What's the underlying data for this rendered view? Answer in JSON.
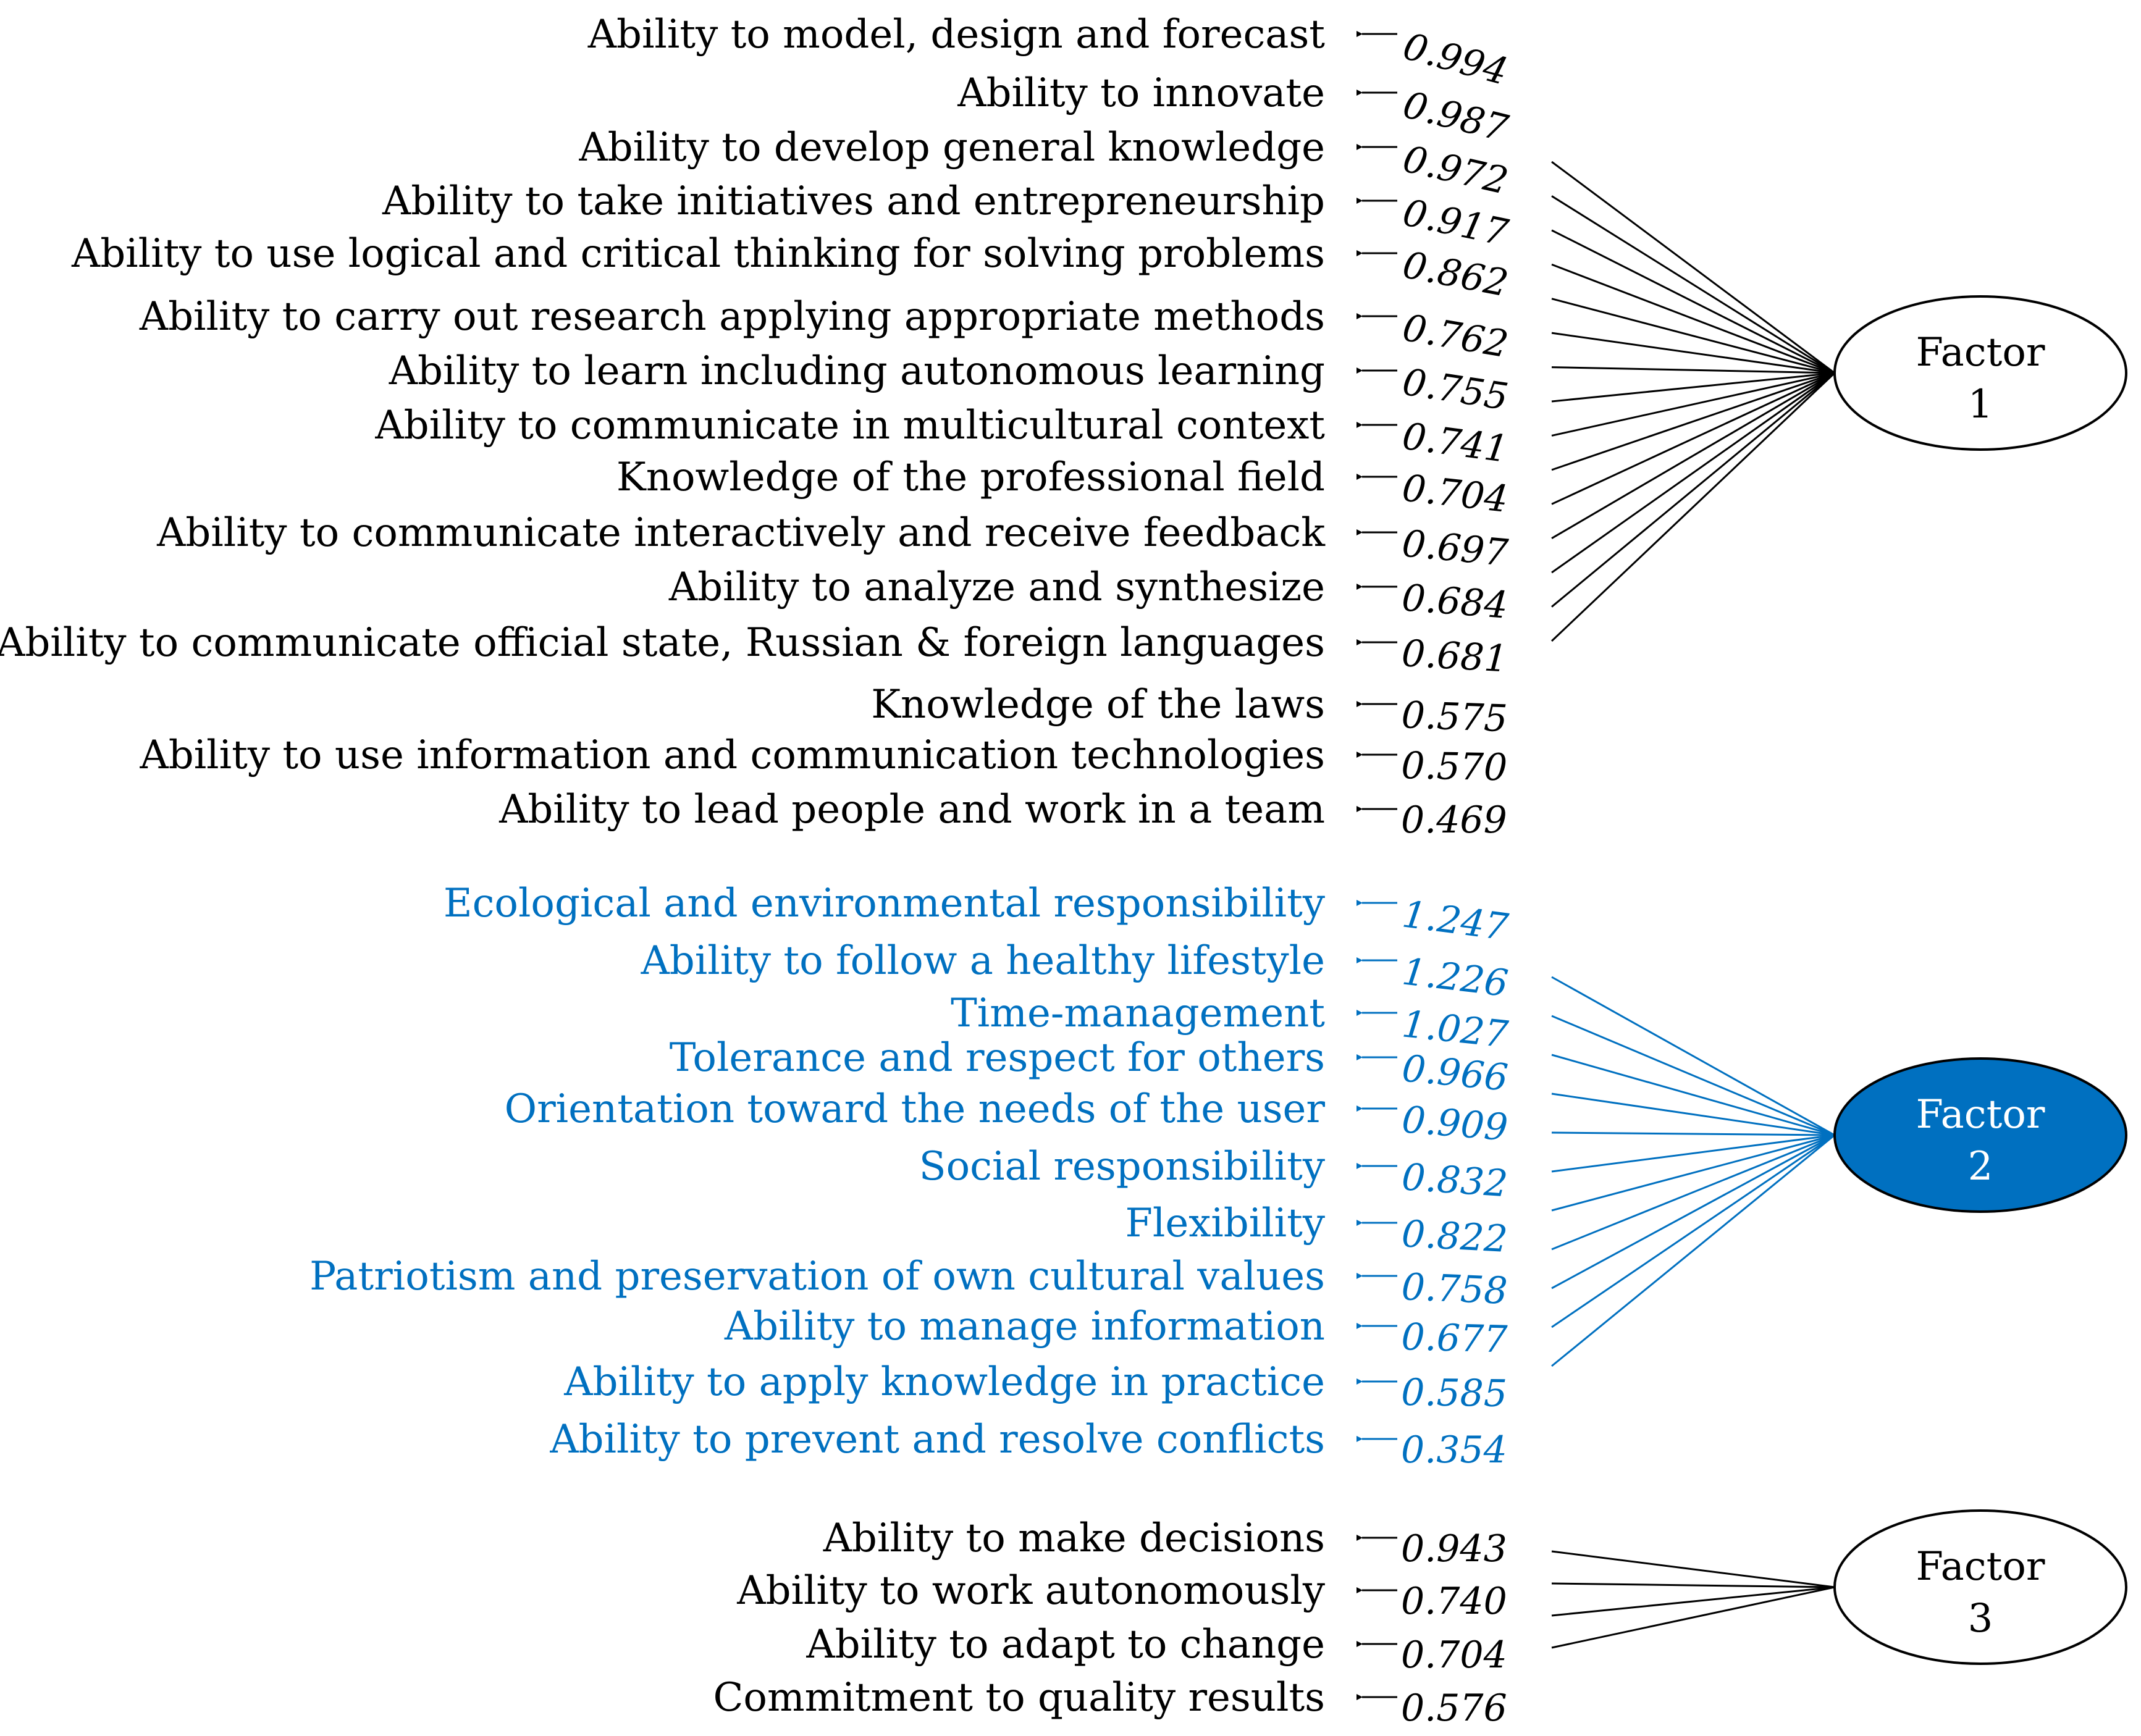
{
  "colors": {
    "black": "#000000",
    "blue": "#0070C0",
    "white": "#ffffff"
  },
  "groups": [
    {
      "factor": {
        "line1": "Factor",
        "line2": "1"
      },
      "color": "black",
      "filled": false,
      "items": [
        {
          "label": "Ability to model, design and forecast",
          "loading": "0.994"
        },
        {
          "label": "Ability to innovate",
          "loading": "0.987"
        },
        {
          "label": "Ability to develop general knowledge",
          "loading": "0.972"
        },
        {
          "label": "Ability to take initiatives and entrepreneurship",
          "loading": "0.917"
        },
        {
          "label": "Ability to use logical and critical thinking for solving problems",
          "loading": "0.862"
        },
        {
          "label": "Ability to carry out research applying appropriate methods",
          "loading": "0.762"
        },
        {
          "label": "Ability to learn including autonomous learning",
          "loading": "0.755"
        },
        {
          "label": "Ability to communicate in multicultural context",
          "loading": "0.741"
        },
        {
          "label": "Knowledge of the professional field",
          "loading": "0.704"
        },
        {
          "label": "Ability to communicate interactively and receive feedback",
          "loading": "0.697"
        },
        {
          "label": "Ability to analyze and synthesize",
          "loading": "0.684"
        },
        {
          "label": "Ability to communicate official  state, Russian & foreign languages",
          "loading": "0.681"
        },
        {
          "label": "Knowledge of the laws",
          "loading": "0.575"
        },
        {
          "label": "Ability to use information and communication technologies",
          "loading": "0.570"
        },
        {
          "label": "Ability to lead people and work in a team",
          "loading": "0.469"
        }
      ]
    },
    {
      "factor": {
        "line1": "Factor",
        "line2": "2"
      },
      "color": "blue",
      "filled": true,
      "items": [
        {
          "label": "Ecological and environmental responsibility",
          "loading": "1.247"
        },
        {
          "label": "Ability to follow a healthy lifestyle",
          "loading": "1.226"
        },
        {
          "label": "Time-management",
          "loading": "1.027"
        },
        {
          "label": "Tolerance and respect for others",
          "loading": "0.966"
        },
        {
          "label": "Orientation toward the needs of the user",
          "loading": "0.909"
        },
        {
          "label": "Social responsibility",
          "loading": "0.832"
        },
        {
          "label": "Flexibility",
          "loading": "0.822"
        },
        {
          "label": "Patriotism and preservation of own cultural values",
          "loading": "0.758"
        },
        {
          "label": "Ability to manage information",
          "loading": "0.677"
        },
        {
          "label": "Ability to apply knowledge in practice",
          "loading": "0.585"
        },
        {
          "label": "Ability to prevent and  resolve conflicts",
          "loading": "0.354"
        }
      ]
    },
    {
      "factor": {
        "line1": "Factor",
        "line2": "3"
      },
      "color": "black",
      "filled": false,
      "items": [
        {
          "label": "Ability to make decisions",
          "loading": "0.943"
        },
        {
          "label": "Ability to work autonomously",
          "loading": "0.740"
        },
        {
          "label": "Ability to adapt to change",
          "loading": "0.704"
        },
        {
          "label": "Commitment to quality results",
          "loading": "0.576"
        }
      ]
    }
  ]
}
